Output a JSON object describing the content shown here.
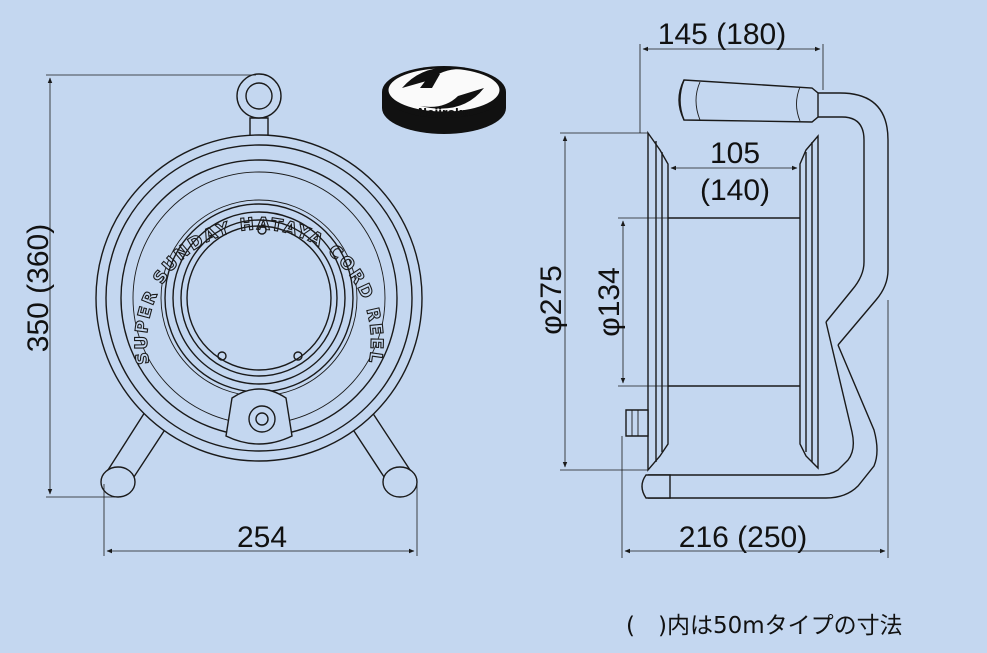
{
  "logo": {
    "text": "Nejiroku",
    "icon": "nejiroku-logo-icon"
  },
  "rim_text": "SUPER SUNDAY HATAYA CORD REEL",
  "dimensions": {
    "front_height": "350 (360)",
    "front_width": "254",
    "side_depth": "145 (180)",
    "drum_width_top": "105",
    "drum_width_bottom": "(140)",
    "flange_dia": "φ275",
    "drum_dia": "φ134",
    "base_width": "216 (250)"
  },
  "note": "(　)内は50mタイプの寸法",
  "colors": {
    "background": "#c4d7f0",
    "line": "#1a1a1a"
  }
}
